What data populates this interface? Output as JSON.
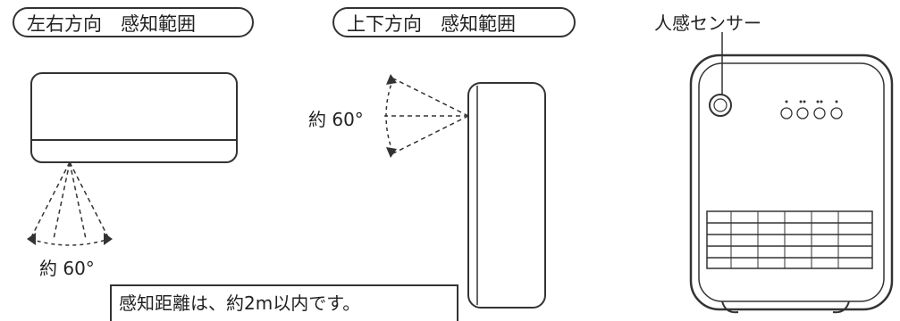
{
  "horizontal": {
    "title": "左右方向　感知範囲",
    "angle": "約 60°"
  },
  "vertical": {
    "title": "上下方向　感知範囲",
    "angle": "約 60°"
  },
  "heater": {
    "sensor_label": "人感センサー"
  },
  "note": "感知距離は、約2m以内です。",
  "colors": {
    "line": "#333333",
    "background": "#ffffff"
  }
}
